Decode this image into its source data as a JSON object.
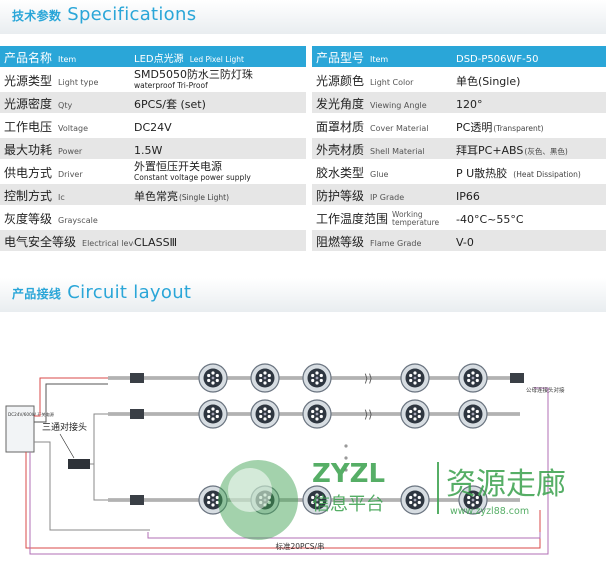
{
  "specifications": {
    "title_cn": "技术参数",
    "title_en": "Specifications",
    "left": [
      {
        "cn": "产品名称",
        "en": "Item",
        "value": "LED点光源",
        "value_sub": "Led Pixel Light"
      },
      {
        "cn": "光源类型",
        "en": "Light type",
        "value": "SMD5050防水三防灯珠",
        "value_sub": "waterproof Tri-Proof"
      },
      {
        "cn": "光源密度",
        "en": "Qty",
        "value": "6PCS/套 (set)"
      },
      {
        "cn": "工作电压",
        "en": "Voltage",
        "value": "DC24V"
      },
      {
        "cn": "最大功耗",
        "en": "Power",
        "value": "1.5W"
      },
      {
        "cn": "供电方式",
        "en": "Driver",
        "value": "外置恒压开关电源",
        "value_sub": "Constant voltage power supply"
      },
      {
        "cn": "控制方式",
        "en": "Ic",
        "value": "单色常亮",
        "value_sub": "(Single Light)"
      },
      {
        "cn": "灰度等级",
        "en": "Grayscale",
        "value": ""
      },
      {
        "cn": "电气安全等级",
        "en": "Electrical level",
        "value": "CLASSⅢ"
      }
    ],
    "right": [
      {
        "cn": "产品型号",
        "en": "Item",
        "value": "DSD-P506WF-50"
      },
      {
        "cn": "光源颜色",
        "en": "Light Color",
        "value": "单色(Single)"
      },
      {
        "cn": "发光角度",
        "en": "Viewing Angle",
        "value": "120°"
      },
      {
        "cn": "面罩材质",
        "en": "Cover Material",
        "value": "PC透明",
        "value_sub": "(Transparent)"
      },
      {
        "cn": "外壳材质",
        "en": "Shell Material",
        "value": "拜耳PC+ABS",
        "value_sub": "(灰色、黑色)"
      },
      {
        "cn": "胶水类型",
        "en": "Glue",
        "value": "P U散热胶",
        "value_sub": "(Heat Dissipation)"
      },
      {
        "cn": "防护等级",
        "en": "IP Grade",
        "value": "IP66"
      },
      {
        "cn": "工作温度范围",
        "en": "Working temperature",
        "value": "-40°C~55°C"
      },
      {
        "cn": "阻燃等级",
        "en": "Flame Grade",
        "value": "V-0"
      }
    ]
  },
  "circuit": {
    "title_cn": "产品接线",
    "title_en": "Circuit layout",
    "power_supply": "DC24V/600W 开关电源",
    "tee_connector": "三通对接头",
    "male_female_connector": "公母连接头对接",
    "standard_count": "标准20PCS/串"
  },
  "watermark": {
    "brand": "ZYZL",
    "sub_cn": "信息平台",
    "name_cn": "资源走廊",
    "url": "www.zyzl88.com"
  },
  "colors": {
    "accent": "#2aa6d8",
    "row_alt": "#e6e6e6",
    "watermark_green": "#3fa352",
    "wire_red": "#d94a4a",
    "wire_purple": "#b06fb6"
  }
}
